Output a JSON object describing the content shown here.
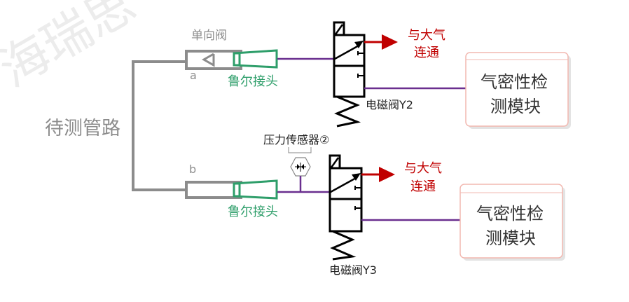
{
  "watermark": "海瑞思",
  "pipe_under_test": "待测管路",
  "check_valve_label": "单向阀",
  "port_a": "a",
  "port_b": "b",
  "luer_top": "鲁尔接头",
  "luer_bottom": "鲁尔接头",
  "pressure_sensor": "压力传感器②",
  "valve_y2": "电磁阀Y2",
  "valve_y3": "电磁阀Y3",
  "vent_top": {
    "line1": "与大气",
    "line2": "连通"
  },
  "vent_bottom": {
    "line1": "与大气",
    "line2": "连通"
  },
  "module_top": {
    "line1": "气密性检",
    "line2": "测模块"
  },
  "module_bottom": {
    "line1": "气密性检",
    "line2": "测模块"
  },
  "colors": {
    "pipe_gray": "#8c8c8c",
    "luer_green": "#2e9e6a",
    "line_purple": "#6a2f8f",
    "vent_red": "#c00000",
    "module_border": "#f2b8b0"
  }
}
